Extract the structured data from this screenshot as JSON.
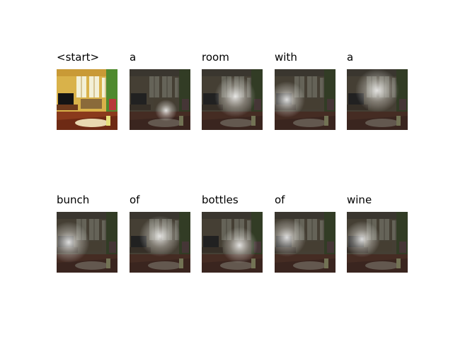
{
  "frames": [
    {
      "word": "<start>",
      "type": "original"
    },
    {
      "word": "a",
      "type": "attention",
      "focus": [
        0.6,
        0.68
      ],
      "spread": 0.18
    },
    {
      "word": "room",
      "type": "attention",
      "focus": [
        0.55,
        0.45
      ],
      "spread": 0.34
    },
    {
      "word": "with",
      "type": "attention",
      "focus": [
        0.2,
        0.5
      ],
      "spread": 0.3
    },
    {
      "word": "a",
      "type": "attention",
      "focus": [
        0.5,
        0.35
      ],
      "spread": 0.36
    },
    {
      "word": "bunch",
      "type": "attention",
      "focus": [
        0.2,
        0.5
      ],
      "spread": 0.34
    },
    {
      "word": "of",
      "type": "attention",
      "focus": [
        0.5,
        0.4
      ],
      "spread": 0.34
    },
    {
      "word": "bottles",
      "type": "attention",
      "focus": [
        0.62,
        0.55
      ],
      "spread": 0.3
    },
    {
      "word": "of",
      "type": "attention",
      "focus": [
        0.2,
        0.42
      ],
      "spread": 0.32
    },
    {
      "word": "wine",
      "type": "attention",
      "focus": [
        0.25,
        0.45
      ],
      "spread": 0.3
    }
  ]
}
